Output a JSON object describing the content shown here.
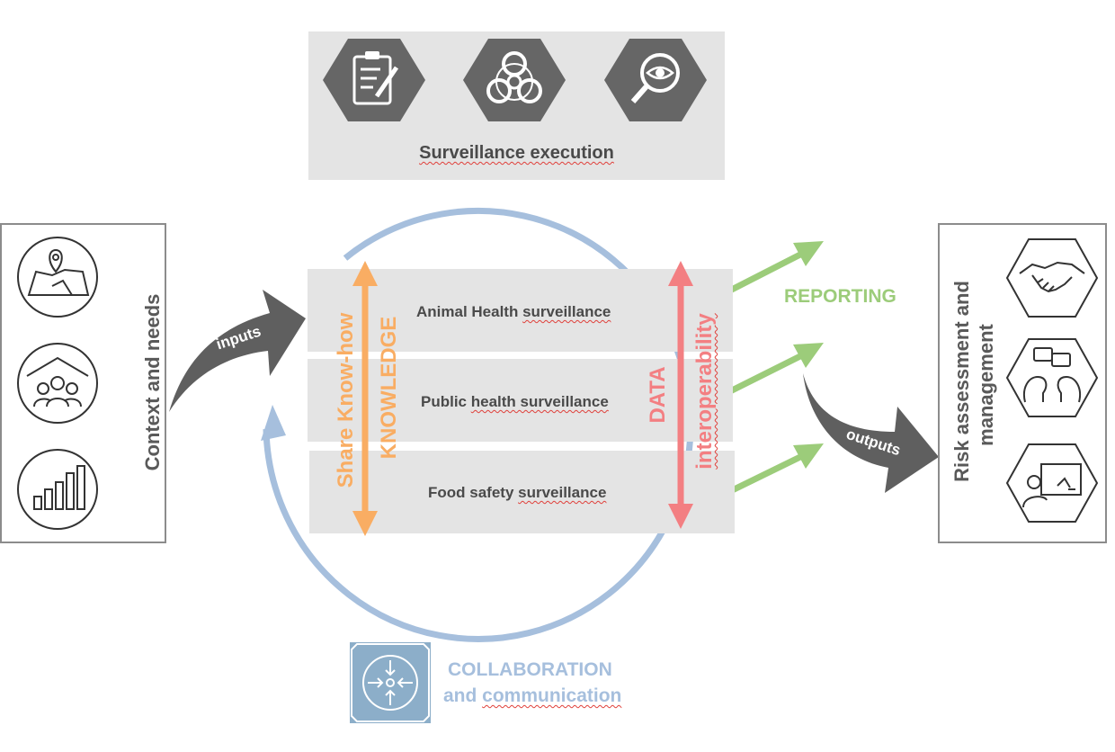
{
  "execution": {
    "title": "Surveillance execution",
    "icons": [
      "clipboard-icon",
      "biohazard-icon",
      "magnifier-eye-icon"
    ]
  },
  "surveillance_rows": [
    {
      "prefix": "Animal Health ",
      "underlined": "surveillance"
    },
    {
      "prefix": "Public ",
      "underlined": "health surveillance"
    },
    {
      "prefix": "Food safety ",
      "underlined": "surveillance"
    }
  ],
  "knowledge": {
    "line1": "Share Know-how",
    "line2": "KNOWLEDGE"
  },
  "data": {
    "line1": "DATA",
    "line2": "interoperability"
  },
  "left_panel": {
    "title": "Context and needs",
    "icons": [
      "map-pin-icon",
      "community-house-icon",
      "bar-chart-icon"
    ]
  },
  "right_panel": {
    "line1": "Risk assessment and",
    "line2": "management",
    "icons": [
      "handshake-icon",
      "dialogue-heads-icon",
      "presentation-icon"
    ]
  },
  "inputs_label": "inputs",
  "outputs_label": "outputs",
  "reporting_label": "REPORTING",
  "collaboration": {
    "line1": "COLLABORATION",
    "line2_prefix": "and ",
    "line2_underlined": "communication"
  },
  "colors": {
    "orange": "#f9ad63",
    "red": "#f37f82",
    "green": "#9ccc7a",
    "blue": "#a6bfdd",
    "gray_icon": "#666666",
    "text_gray": "#595959"
  }
}
